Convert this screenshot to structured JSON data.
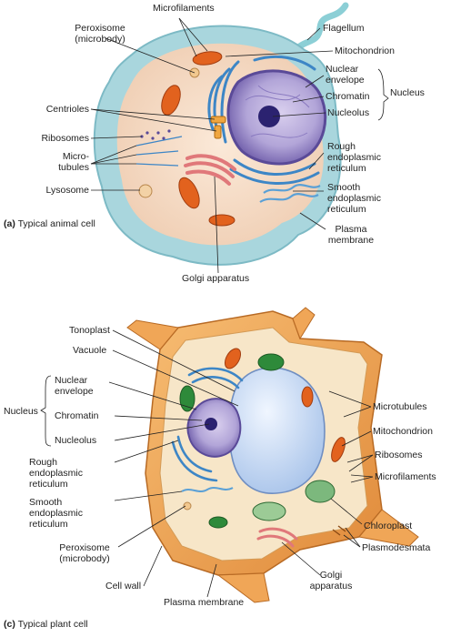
{
  "panel_a": {
    "caption_letter": "(a)",
    "caption_text": "Typical animal cell",
    "labels": {
      "microfilaments": "Microfilaments",
      "flagellum": "Flagellum",
      "peroxisome": "Peroxisome",
      "microbody": "(microbody)",
      "mitochondrion": "Mitochondrion",
      "nuclear_envelope_1": "Nuclear",
      "nuclear_envelope_2": "envelope",
      "chromatin": "Chromatin",
      "nucleolus": "Nucleolus",
      "nucleus": "Nucleus",
      "centrioles": "Centrioles",
      "ribosomes": "Ribosomes",
      "microtubules_1": "Micro-",
      "microtubules_2": "tubules",
      "lysosome": "Lysosome",
      "rough_er_1": "Rough",
      "rough_er_2": "endoplasmic",
      "rough_er_3": "reticulum",
      "smooth_er_1": "Smooth",
      "smooth_er_2": "endoplasmic",
      "smooth_er_3": "reticulum",
      "plasma_membrane_1": "Plasma",
      "plasma_membrane_2": "membrane",
      "golgi": "Golgi apparatus"
    }
  },
  "panel_c": {
    "caption_letter": "(c)",
    "caption_text": "Typical plant cell",
    "labels": {
      "tonoplast": "Tonoplast",
      "vacuole": "Vacuole",
      "nuclear_envelope_1": "Nuclear",
      "nuclear_envelope_2": "envelope",
      "chromatin": "Chromatin",
      "nucleolus": "Nucleolus",
      "nucleus": "Nucleus",
      "rough_er_1": "Rough",
      "rough_er_2": "endoplasmic",
      "rough_er_3": "reticulum",
      "smooth_er_1": "Smooth",
      "smooth_er_2": "endoplasmic",
      "smooth_er_3": "reticulum",
      "peroxisome": "Peroxisome",
      "microbody": "(microbody)",
      "cell_wall": "Cell wall",
      "plasma_membrane": "Plasma membrane",
      "golgi_1": "Golgi",
      "golgi_2": "apparatus",
      "microtubules": "Microtubules",
      "mitochondrion": "Mitochondrion",
      "ribosomes": "Ribosomes",
      "microfilaments": "Microfilaments",
      "chloroplast": "Chloroplast",
      "plasmodesmata": "Plasmodesmata"
    }
  },
  "colors": {
    "animal_outer": "#a9d6dd",
    "animal_cytoplasm": "#f6dcc8",
    "nucleus_purple": "#8c7bb8",
    "nucleolus_dark": "#2b2270",
    "mitochondria_orange": "#e2621e",
    "er_blue": "#3d86c6",
    "golgi_pink": "#e0787a",
    "plant_wall": "#f0a657",
    "plant_cytoplasm": "#f7e6c8",
    "vacuole": "#cfe0f5",
    "chloroplast_green": "#2e8a3a"
  }
}
